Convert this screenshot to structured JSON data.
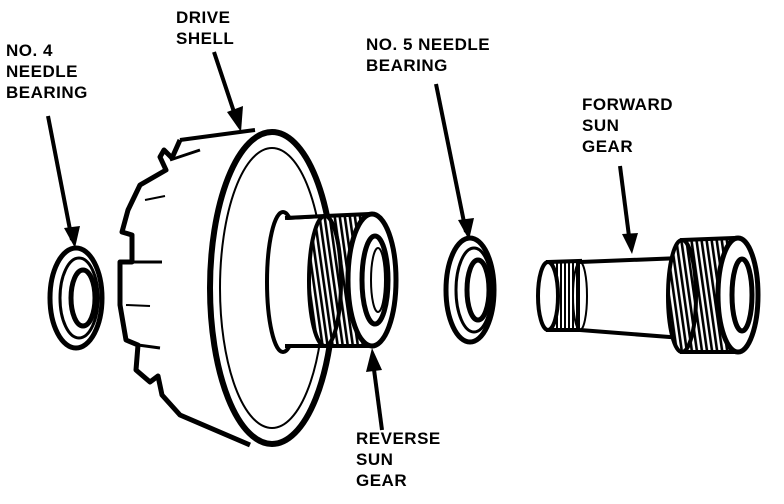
{
  "labels": {
    "no4_bearing": [
      "NO. 4",
      "NEEDLE",
      "BEARING"
    ],
    "drive_shell": [
      "DRIVE",
      "SHELL"
    ],
    "no5_bearing": [
      "NO. 5 NEEDLE",
      "BEARING"
    ],
    "forward_sun_gear": [
      "FORWARD",
      "SUN",
      "GEAR"
    ],
    "reverse_sun_gear": [
      "REVERSE",
      "SUN",
      "GEAR"
    ]
  },
  "colors": {
    "ink": "#000000",
    "paper": "#ffffff"
  }
}
